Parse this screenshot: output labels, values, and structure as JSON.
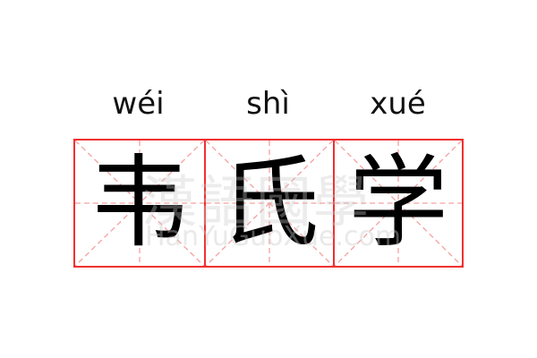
{
  "characters": [
    {
      "pinyin": "wéi",
      "hanzi": "韦"
    },
    {
      "pinyin": "shì",
      "hanzi": "氏"
    },
    {
      "pinyin": "xué",
      "hanzi": "学"
    }
  ],
  "watermark": {
    "text": "漢語國學",
    "url": "HanYuGuoXue.com"
  },
  "colors": {
    "grid": "#f03030",
    "guide": "#f5a0a0"
  }
}
